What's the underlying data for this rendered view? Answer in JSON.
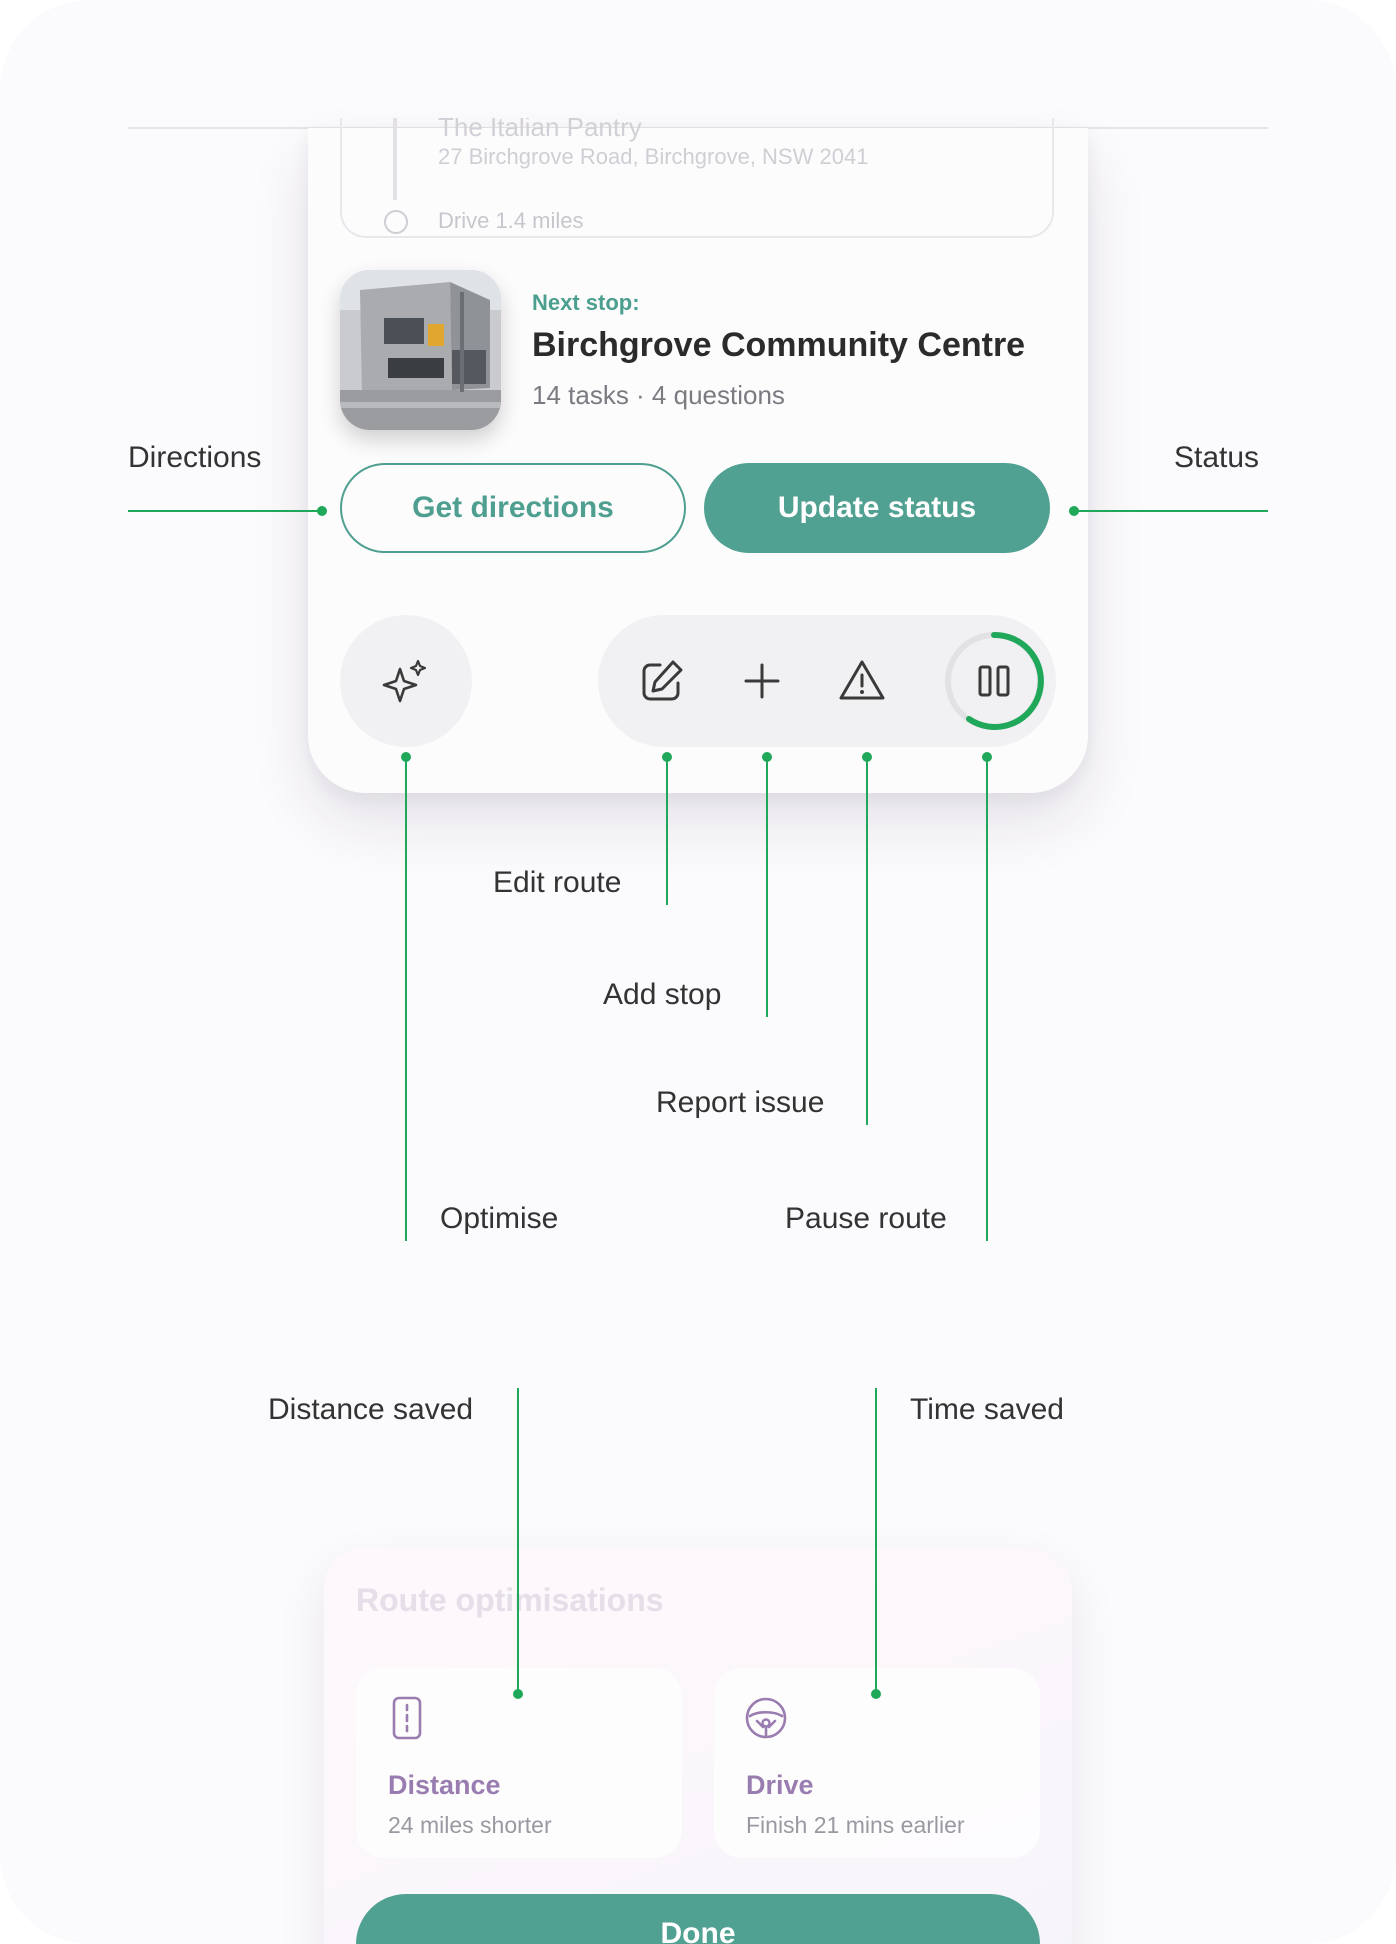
{
  "previous_stop": {
    "name": "The Italian Pantry",
    "address": "27 Birchgrove Road, Birchgrove, NSW 2041",
    "drive": "Drive 1.4 miles"
  },
  "next_stop": {
    "label": "Next stop:",
    "title": "Birchgrove Community Centre",
    "meta": "14 tasks · 4 questions"
  },
  "buttons": {
    "directions": "Get directions",
    "status": "Update status"
  },
  "icons": {
    "optimise": "sparkles-icon",
    "edit": "edit-icon",
    "add": "plus-icon",
    "report": "warning-icon",
    "pause": "pause-icon"
  },
  "annotations": {
    "directions": "Directions",
    "status": "Status",
    "edit_route": "Edit route",
    "add_stop": "Add stop",
    "report_issue": "Report issue",
    "optimise": "Optimise",
    "pause_route": "Pause route",
    "distance_saved": "Distance saved",
    "time_saved": "Time saved"
  },
  "optimisations": {
    "title": "Route optimisations",
    "distance": {
      "title": "Distance",
      "subtitle": "24 miles shorter"
    },
    "drive": {
      "title": "Drive",
      "subtitle": "Finish 21 mins earlier"
    },
    "done": "Done"
  },
  "colors": {
    "teal": "#50a191",
    "annotation_green": "#1fa85a",
    "purple": "#9a7db0"
  }
}
